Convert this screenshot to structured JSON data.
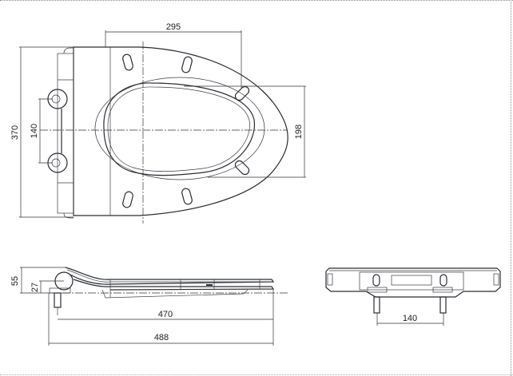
{
  "drawing": {
    "subject": "toilet seat technical drawing",
    "line_color": "#2a2d33",
    "background": "#ffffff"
  },
  "top_view": {
    "dimensions": {
      "width_top": "295",
      "overall_length": "370",
      "hinge_spacing": "140",
      "seat_opening": "198"
    }
  },
  "side_view": {
    "dimensions": {
      "height_total": "55",
      "height_hinge": "27",
      "length_inner": "470",
      "length_overall": "488"
    }
  },
  "rear_view": {
    "dimensions": {
      "hinge_spacing": "140"
    }
  }
}
